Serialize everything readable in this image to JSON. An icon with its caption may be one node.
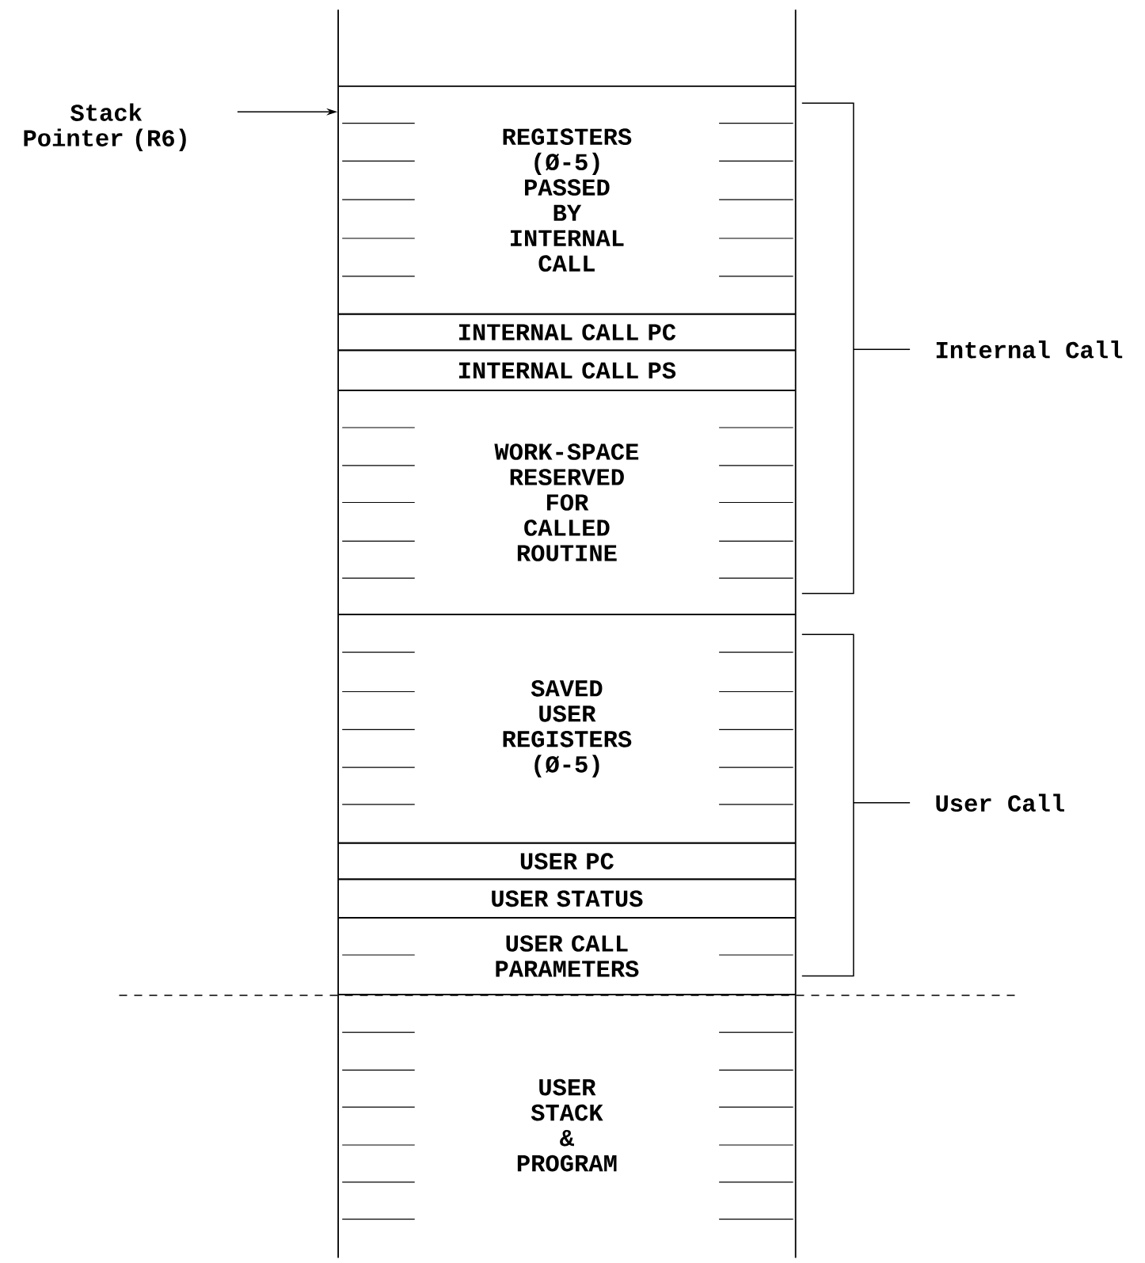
{
  "diagram": {
    "nodes": [
      {
        "text": [
          "Stack Pointer (R6)"
        ]
      },
      {
        "text": [
          "REGISTERS (Ø-5) PASSED BY INTERNAL CALL"
        ]
      },
      {
        "text": [
          "INTERNAL CALL PC"
        ]
      },
      {
        "text": [
          "INTERNAL CALL PS"
        ]
      },
      {
        "text": [
          "WORK-SPACE RESERVED FOR CALLED ROUTINE"
        ]
      },
      {
        "text": [
          "SAVED USER REGISTERS (Ø-5)"
        ]
      },
      {
        "text": [
          "USER PC"
        ]
      },
      {
        "text": [
          "USER STATUS"
        ]
      },
      {
        "text": [
          "USER CALL PARAMETERS"
        ]
      },
      {
        "text": [
          "USER STACK & PROGRAM"
        ]
      }
    ],
    "edges": [
      {
        "from": 0,
        "to": 1,
        "arrow": "to"
      }
    ],
    "labels": [
      "Internal Call",
      "User Call"
    ]
  }
}
